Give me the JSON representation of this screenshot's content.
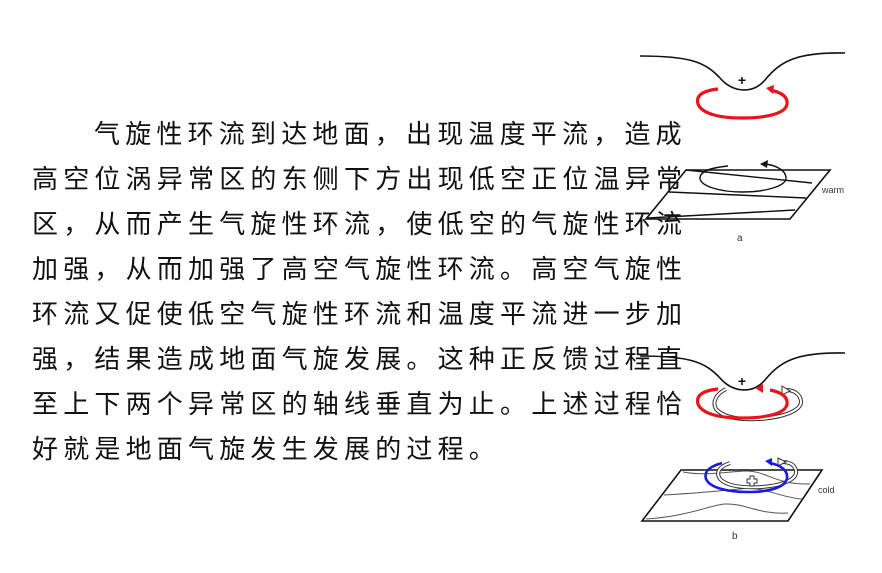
{
  "paragraph": {
    "lines": [
      "气旋性环流到达地面，出现温度平流，造成",
      "高空位涡异常区的东侧下方出现低空正位温异常",
      "区，从而产生气旋性环流，使低空的气旋性环流",
      "加强，从而加强了高空气旋性环流。高空气旋性",
      "环流又促使低空气旋性环流和温度平流进一步加",
      "强，结果造成地面气旋发展。这种正反馈过程直",
      "至上下两个异常区的轴线垂直为止。上述过程恰",
      "好就是地面气旋发生发展的过程。"
    ]
  },
  "figure_a": {
    "upper_symbol": "+",
    "surface_label": "warm",
    "caption": "a",
    "circulation_color": "#e8141b"
  },
  "figure_b": {
    "upper_symbol": "+",
    "surface_label": "cold",
    "caption": "b",
    "upper_circulation_color": "#e8141b",
    "surface_circulation_color": "#1a1adc"
  }
}
